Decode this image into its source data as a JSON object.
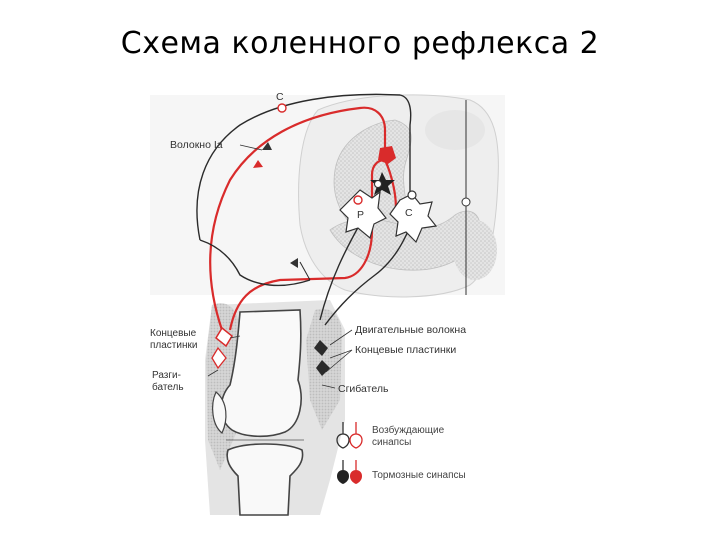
{
  "title": "Схема коленного рефлекса 2",
  "labels": {
    "c_top": "С",
    "fiber_ia": "Волокно Ia",
    "neuron_p": "Р",
    "neuron_c": "С",
    "motor_fibers": "Двигательные волокна",
    "end_plates_right": "Концевые пластинки",
    "end_plates_left_1": "Концевые",
    "end_plates_left_2": "пластинки",
    "extensor_1": "Разги-",
    "extensor_2": "батель",
    "flexor": "Сгибатель"
  },
  "legend": {
    "excitatory_1": "Возбуждающие",
    "excitatory_2": "синапсы",
    "inhibitory": "Тормозные синапсы"
  },
  "colors": {
    "excitatory_path": "#d92b2b",
    "inhibitory_path": "#222222",
    "tissue_shade": "#d9d9d9",
    "grey_matter": "#cfcfcf"
  }
}
